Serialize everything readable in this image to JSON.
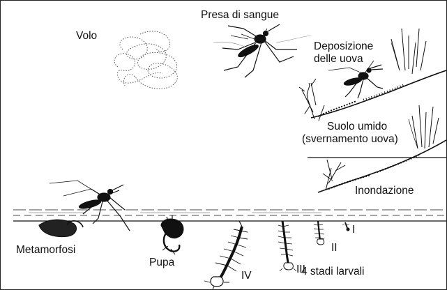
{
  "diagram": {
    "stages": {
      "flight": "Volo",
      "blood_meal": "Presa di sangue",
      "egg_laying": [
        "Deposizione",
        "delle uova"
      ],
      "moist_soil": [
        "Suolo umido",
        "(svernamento uova)"
      ],
      "flooding": "Inondazione",
      "metamorphosis": "Metamorfosi",
      "pupa": "Pupa",
      "larval_stages": "4 stadi larvali"
    },
    "instars": [
      "I",
      "II",
      "III",
      "IV"
    ]
  }
}
